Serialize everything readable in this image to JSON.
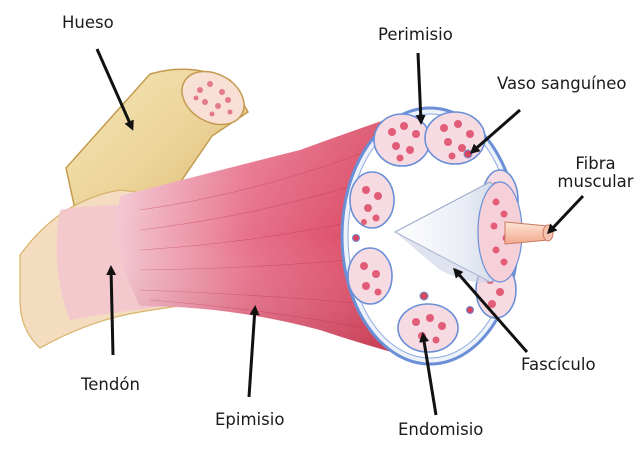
{
  "labels": {
    "hueso": "Hueso",
    "perimisio": "Perimisio",
    "vaso": "Vaso sanguíneo",
    "fibra_line1": "Fibra",
    "fibra_line2": "muscular",
    "tendon": "Tendón",
    "epimisio": "Epimisio",
    "fasciculo": "Fascículo",
    "endomisio": "Endomisio"
  },
  "colors": {
    "muscle_red": "#d9455e",
    "muscle_light": "#f0a0b5",
    "bone_tan": "#ecd49a",
    "tendon_pink": "#f2c6cf",
    "fascicle_pink": "#e15d78",
    "membrane_blue": "#6a8fd6",
    "arrow_black": "#111111"
  }
}
